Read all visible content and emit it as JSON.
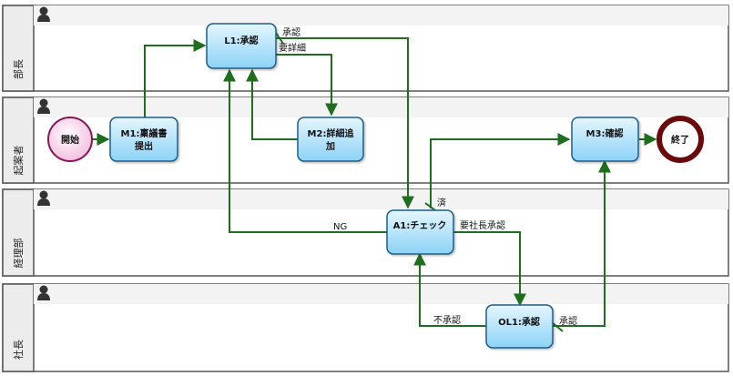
{
  "lanes": [
    {
      "id": "bucho",
      "label": "部長"
    },
    {
      "id": "kiansha",
      "label": "起案者"
    },
    {
      "id": "keiribu",
      "label": "経理部"
    },
    {
      "id": "shacho",
      "label": "社長"
    }
  ],
  "nodes": {
    "start": {
      "label": "開始"
    },
    "m1": {
      "label": "M1:稟議書",
      "label2": "提出"
    },
    "l1": {
      "label": "L1:承認"
    },
    "m2": {
      "label": "M2:詳細追",
      "label2": "加"
    },
    "a1": {
      "label": "A1:チェック"
    },
    "ol1": {
      "label": "OL1:承認"
    },
    "m3": {
      "label": "M3:確認"
    },
    "end": {
      "label": "終了"
    }
  },
  "edge_labels": {
    "l1_approve": "承認",
    "l1_detail": "要詳細",
    "a1_done": "済",
    "a1_ng": "NG",
    "a1_ceo": "要社長承認",
    "ol1_reject": "不承認",
    "ol1_approve": "承認"
  },
  "colors": {
    "lane_border": "#555555",
    "lane_header": "#ececec",
    "node_fill_top": "#e4f6ff",
    "node_fill_bottom": "#8cd2f6",
    "node_border": "#1f5d8a",
    "edge": "#1e6e1e",
    "start_fill": "#f7d7ec",
    "start_border": "#8a1458",
    "end_fill": "#ffffff",
    "end_border": "#6a0a0a"
  },
  "icons": {
    "lane_icon": "person-icon"
  }
}
